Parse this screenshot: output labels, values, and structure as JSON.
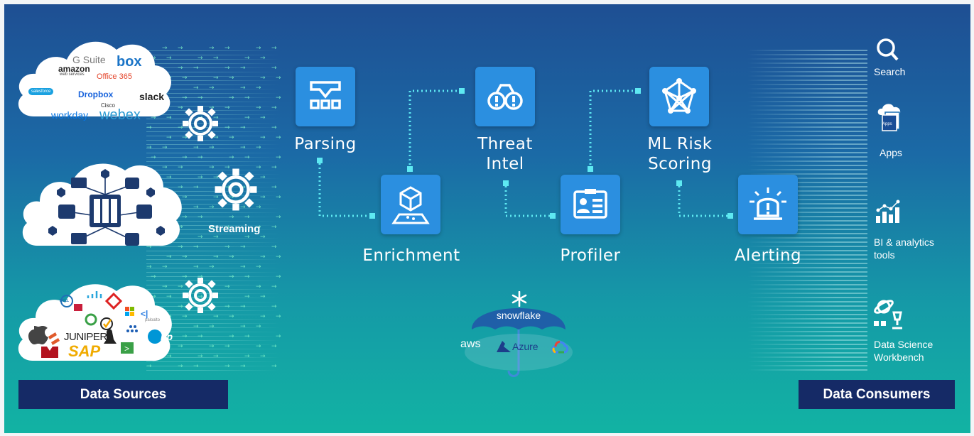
{
  "sources": {
    "cloud_logos": [
      "G Suite",
      "box",
      "amazon",
      "web services",
      "Office 365",
      "salesforce",
      "Dropbox",
      "slack",
      "workday.",
      "Cisco",
      "webex"
    ],
    "vendor_logos": [
      "DELL",
      "JUNIPER",
      "SAP",
      "hp",
      "paloalto"
    ],
    "banner": "Data Sources"
  },
  "streaming_label": "Streaming",
  "pipeline": {
    "steps": [
      {
        "label": "Parsing",
        "icon": "filter-icon"
      },
      {
        "label": "Enrichment",
        "icon": "cube-icon"
      },
      {
        "label": "Threat\nIntel",
        "icon": "binoculars-icon"
      },
      {
        "label": "Profiler",
        "icon": "profile-card-icon"
      },
      {
        "label": "ML Risk\nScoring",
        "icon": "network-icon"
      },
      {
        "label": "Alerting",
        "icon": "alarm-light-icon"
      }
    ]
  },
  "platform": {
    "umbrella_label": "snowflake",
    "clouds": [
      "aws",
      "Azure"
    ]
  },
  "consumers": {
    "items": [
      {
        "label": "Search",
        "icon": "search-icon"
      },
      {
        "label": "Apps",
        "icon": "apps-cloud-icon"
      },
      {
        "label": "BI & analytics\ntools",
        "icon": "analytics-icon"
      },
      {
        "label": "Data Science\nWorkbench",
        "icon": "data-science-icon"
      }
    ],
    "apps_badge": "Apps",
    "banner": "Data Consumers"
  },
  "colors": {
    "step_box": "#2b8fe0",
    "banner": "#152a66",
    "connector": "#5ee9f2",
    "arrows": "#7ef2c8"
  }
}
